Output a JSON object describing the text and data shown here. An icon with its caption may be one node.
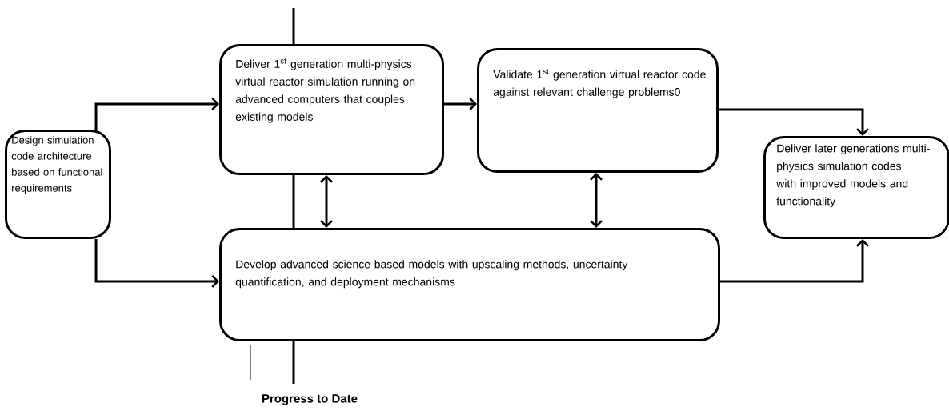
{
  "diagram": {
    "nodes": [
      {
        "text": [
          "Design simulation code architecture based on functional requirements"
        ]
      },
      {
        "text": [
          "Deliver 1$^{st}$ generation multi-physics virtual reactor simulation running on advanced computers that couples existing models"
        ]
      },
      {
        "text": [
          "Validate 1$^{st}$ generation virtual reactor code against relevant challenge problems0"
        ]
      },
      {
        "text": [
          "Develop advanced science based models with upscaling methods, uncertainty quantification, and deployment mechanisms"
        ]
      },
      {
        "text": [
          "Deliver later generations multi-physics simulation codes with improved models and functionality"
        ]
      }
    ],
    "edges": [
      {
        "from": 0,
        "to": 1,
        "arrow": "to"
      },
      {
        "from": 0,
        "to": 3,
        "arrow": "to"
      },
      {
        "from": 1,
        "to": 2,
        "arrow": "to"
      },
      {
        "from": 1,
        "to": 3,
        "arrow": "both"
      },
      {
        "from": 2,
        "to": 3,
        "arrow": "both"
      },
      {
        "from": 2,
        "to": 4,
        "arrow": "to"
      },
      {
        "from": 3,
        "to": 4,
        "arrow": "to"
      }
    ],
    "labels": [
      "Progress to Date"
    ]
  }
}
